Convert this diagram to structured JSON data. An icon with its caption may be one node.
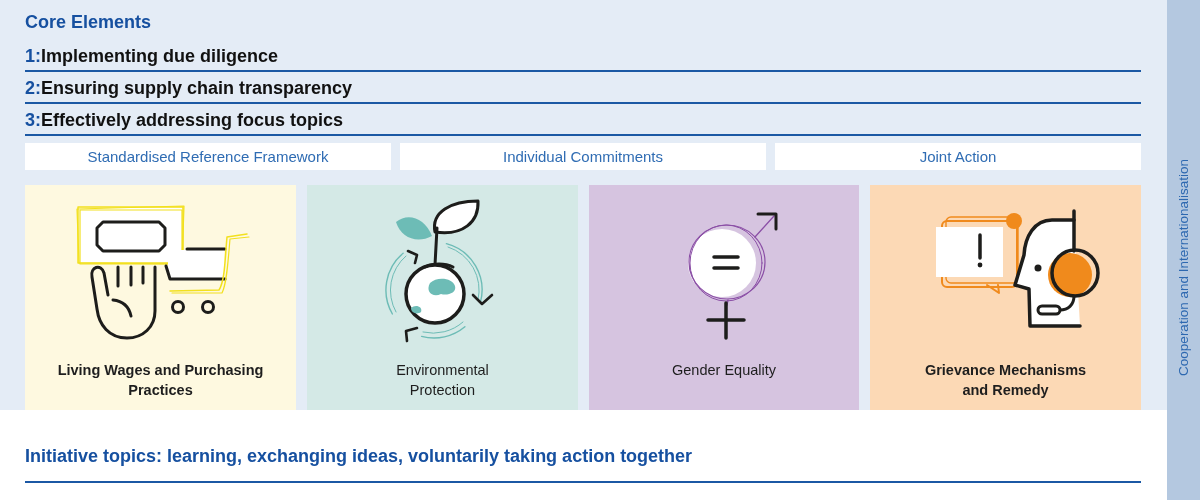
{
  "diagram": {
    "nodes": [
      {
        "text": [
          "Core Elements"
        ]
      },
      {
        "text": [
          "1:",
          "Implementing due diligence"
        ],
        "in": 0
      },
      {
        "text": [
          "2:",
          "Ensuring supply chain transparency"
        ],
        "in": 0
      },
      {
        "text": [
          "3:",
          "Effectively addressing focus topics"
        ],
        "in": 0
      },
      {
        "text": [
          "Standardised Reference Framework"
        ],
        "in": 0
      },
      {
        "text": [
          "Individual Commitments"
        ],
        "in": 0
      },
      {
        "text": [
          "Joint Action"
        ],
        "in": 0
      },
      {
        "text": [
          "Living Wages and Purchasing Practices"
        ],
        "in": 0
      },
      {
        "text": [
          "Environmental Protection"
        ],
        "in": 0
      },
      {
        "text": [
          "Gender Equality"
        ],
        "in": 0
      },
      {
        "text": [
          "Grievance Mechanisms and Remedy"
        ],
        "in": 0
      },
      {
        "text": [
          "Initiative topics: learning, exchanging ideas, voluntarily taking action together"
        ]
      },
      {
        "text": [
          "Cooperation and Internationalisation"
        ]
      }
    ]
  }
}
